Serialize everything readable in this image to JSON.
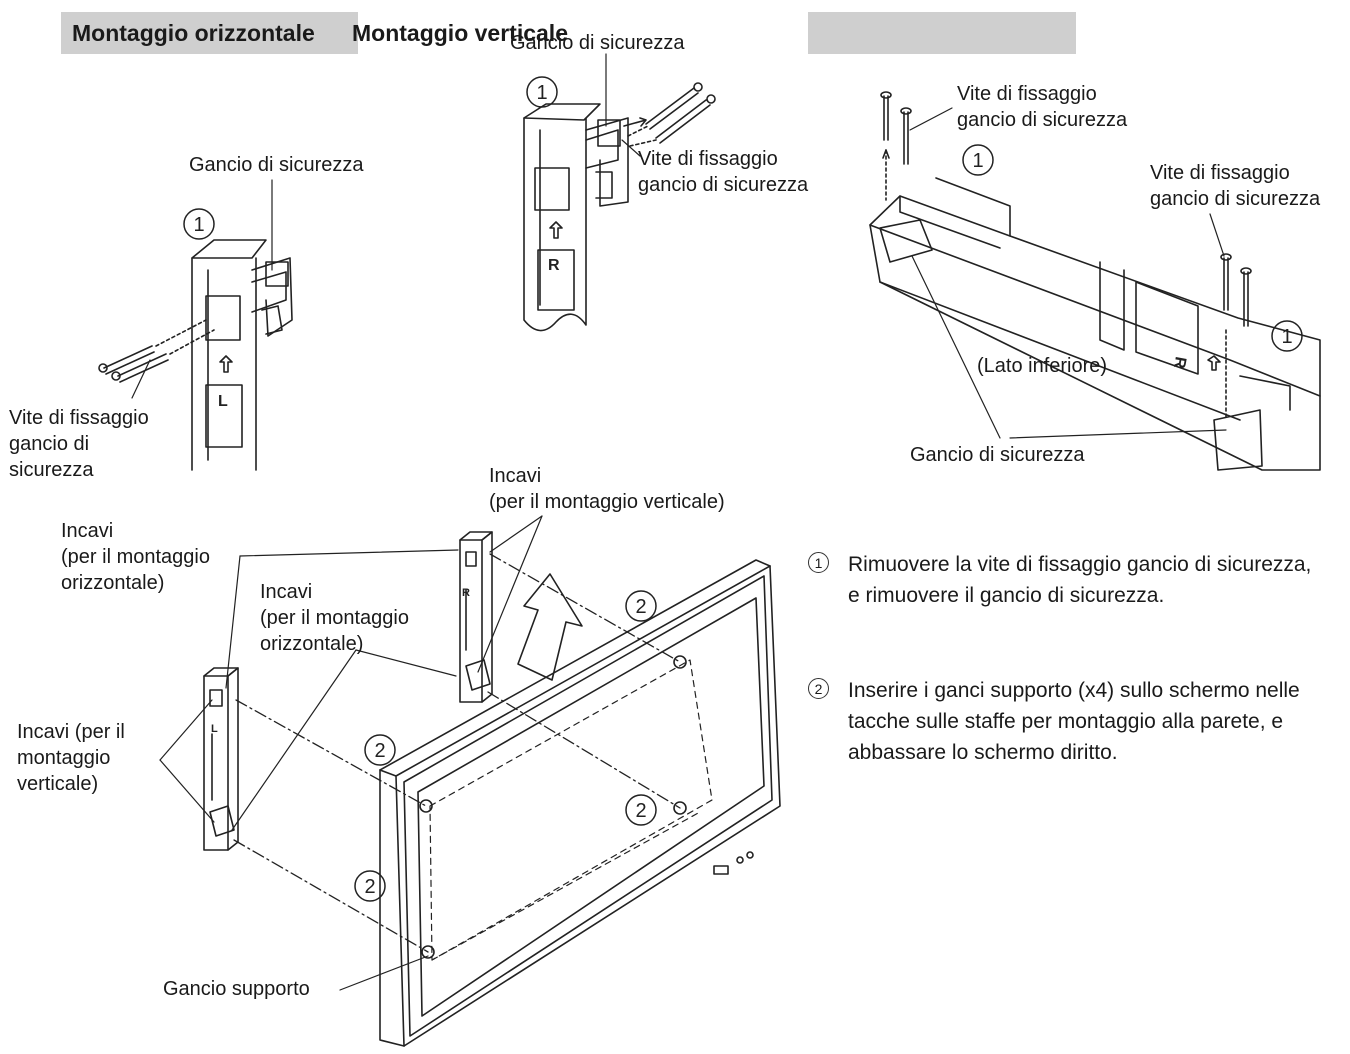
{
  "header": {
    "horizontal_title": "Montaggio orizzontale",
    "vertical_title": "Montaggio verticale"
  },
  "labels": {
    "safety_hook_top_center": "Gancio di sicurezza",
    "safety_hook_left": "Gancio di sicurezza",
    "fixing_screw_center": "Vite di fissaggio\ngancio di sicurezza",
    "fixing_screw_left": "Vite di fissaggio\ngancio di\nsicurezza",
    "fixing_screw_right_top": "Vite di fissaggio\ngancio di sicurezza",
    "fixing_screw_right_side": "Vite di fissaggio\ngancio di sicurezza",
    "lower_side": "(Lato inferiore)",
    "safety_hook_right": "Gancio di sicurezza",
    "slots_vertical_top": "Incavi\n(per il montaggio verticale)",
    "slots_horizontal_left": "Incavi\n(per il montaggio\norizzontale)",
    "slots_horizontal_center": "Incavi\n(per il montaggio\norizzontale)",
    "slots_vertical_left": "Incavi (per il\nmontaggio\nverticale)",
    "support_hook": "Gancio supporto"
  },
  "bracket_letters": {
    "left": "L",
    "right": "R"
  },
  "callout_numbers": {
    "one": "1",
    "two": "2"
  },
  "steps": [
    {
      "number": "1",
      "text": "Rimuovere la vite di fissaggio gancio di sicurezza, e rimuovere il gancio di sicurezza."
    },
    {
      "number": "2",
      "text": "Inserire i ganci supporto (x4) sullo schermo nelle tacche sulle staffe per montaggio alla parete, e abbassare lo schermo diritto."
    }
  ]
}
